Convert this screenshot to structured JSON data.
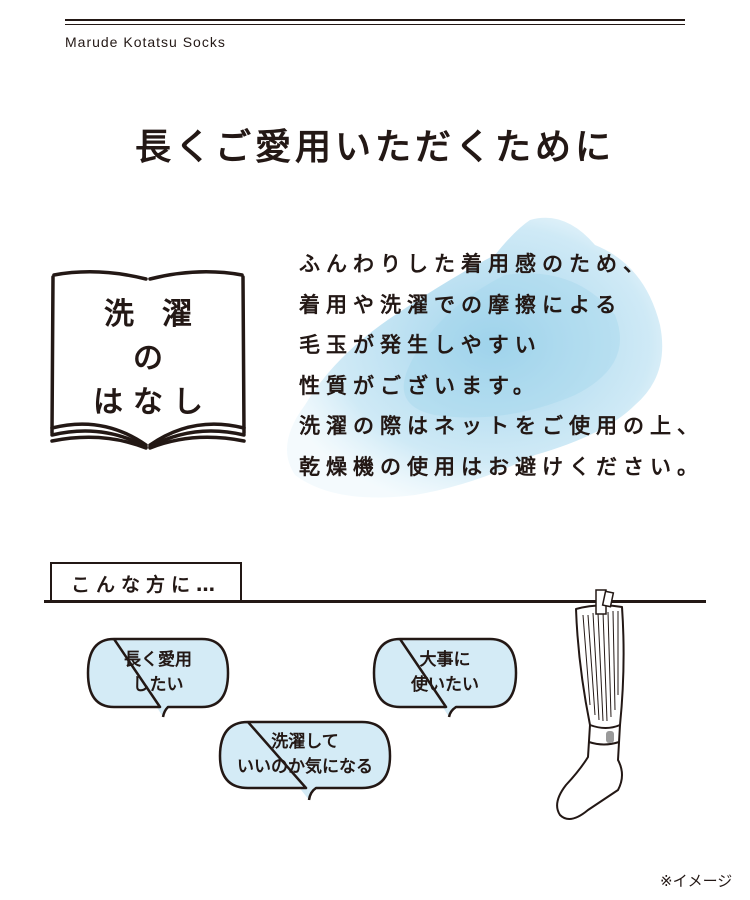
{
  "header": {
    "brand": "Marude Kotatsu Socks"
  },
  "title": "長くご愛用いただくために",
  "book_label": {
    "line1": "洗濯",
    "line2": "の",
    "line3": "はなし"
  },
  "body_lines": [
    "ふんわりした着用感のため、",
    "着用や洗濯での摩擦による",
    "毛玉が発生しやすい",
    "性質がございます。",
    "洗濯の際はネットをご使用の上、",
    "乾燥機の使用はお避けください。"
  ],
  "section_tag": "こんな方に…",
  "bubbles": [
    {
      "line1": "長く愛用",
      "line2": "したい"
    },
    {
      "line1": "洗濯して",
      "line2": "いいのか気になる"
    },
    {
      "line1": "大事に",
      "line2": "使いたい"
    }
  ],
  "footnote": "※イメージ",
  "colors": {
    "ink": "#231815",
    "watercolor": "#a9d8ee",
    "bubble_fill": "#d4ebf6"
  }
}
